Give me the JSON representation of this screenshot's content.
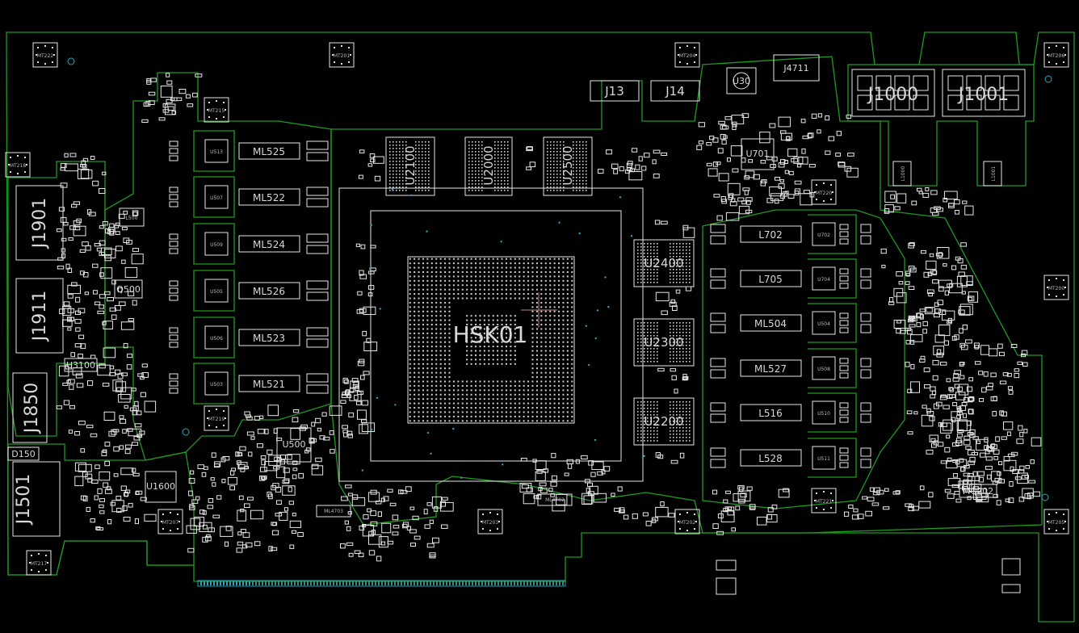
{
  "colors": {
    "background": "#000000",
    "outline": "#1f9a1f",
    "silk": "#e6e6e6",
    "via": "#2aa6b8"
  },
  "gpu": {
    "label": "HSK01"
  },
  "memory": {
    "left": [
      "U2100",
      "U2000",
      "U2500"
    ],
    "right": [
      "U2400",
      "U2300",
      "U2200"
    ]
  },
  "connectors": {
    "j1901": "J1901",
    "j1911": "J1911",
    "j1850": "J1850",
    "j1501": "J1501",
    "j13": "J13",
    "j14": "J14",
    "j4711": "J4711",
    "j1000": "J1000",
    "j1001": "J1001"
  },
  "chips": {
    "u500": "U500",
    "u1600": "U1600",
    "u30": "U30",
    "u701": "U701",
    "u3100": "U3100",
    "q500": "Q500",
    "l500": "L500",
    "d150": "D150"
  },
  "left_phase_inductors": [
    "ML525",
    "ML522",
    "ML524",
    "ML526",
    "ML523",
    "ML521"
  ],
  "left_phase_fets": [
    "U513",
    "U507",
    "U509",
    "U505",
    "U506",
    "U503"
  ],
  "right_phase_inductors": [
    "L702",
    "L705",
    "ML504",
    "ML527",
    "L516",
    "L528"
  ],
  "right_phase_fets": [
    "U702",
    "U704",
    "U504",
    "U508",
    "U510",
    "U511"
  ],
  "misc_labels": {
    "ml4702": "ML4702",
    "ml4703": "ML4703",
    "mc202": "MC202",
    "l1000": "L1000",
    "l1001": "L1001"
  },
  "mount_holes": [
    "MT222",
    "MT201",
    "MT204",
    "MT206",
    "MT218",
    "MT215",
    "MT220",
    "MT200",
    "MT219",
    "MT207",
    "MT203",
    "MT202",
    "MT221",
    "MT205",
    "MT217"
  ]
}
